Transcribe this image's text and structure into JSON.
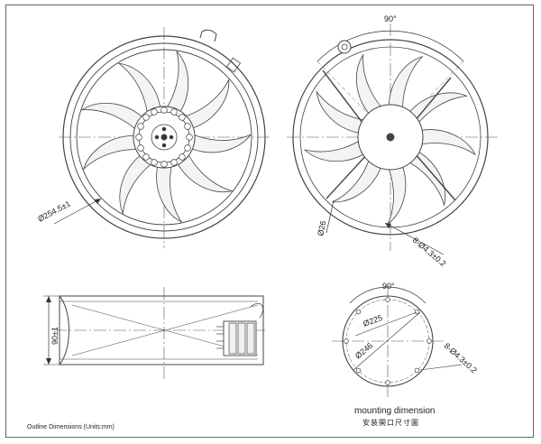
{
  "drawing": {
    "front_view": {
      "diameter_label": "Ø254.5±1"
    },
    "rear_view": {
      "angle_label": "90°",
      "hub_diameter_label": "Ø26",
      "holes_label": "8-Ø4.3±0.2"
    },
    "side_view": {
      "height_label": "90±1"
    },
    "mounting": {
      "angle_label": "90°",
      "inner_diameter_label": "Ø225",
      "outer_diameter_label": "Ø246",
      "holes_label": "8-Ø4.3±0.2",
      "title_en": "mounting dimension",
      "title_zh": "安装開口尺寸圖"
    },
    "footer_note": "Outline Dimensions (Units:mm)"
  }
}
